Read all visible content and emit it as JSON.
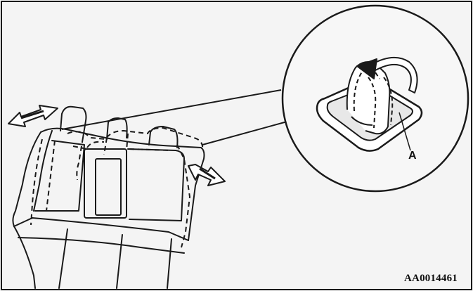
{
  "figure": {
    "callout_label": "A",
    "figure_code": "AA0014461"
  },
  "icons": {
    "seat": "rear-seat-illustration",
    "detail": "seat-hook-detail-magnified",
    "arrows": "double-headed-movement-arrows",
    "rotate": "curved-rotation-arrow"
  }
}
